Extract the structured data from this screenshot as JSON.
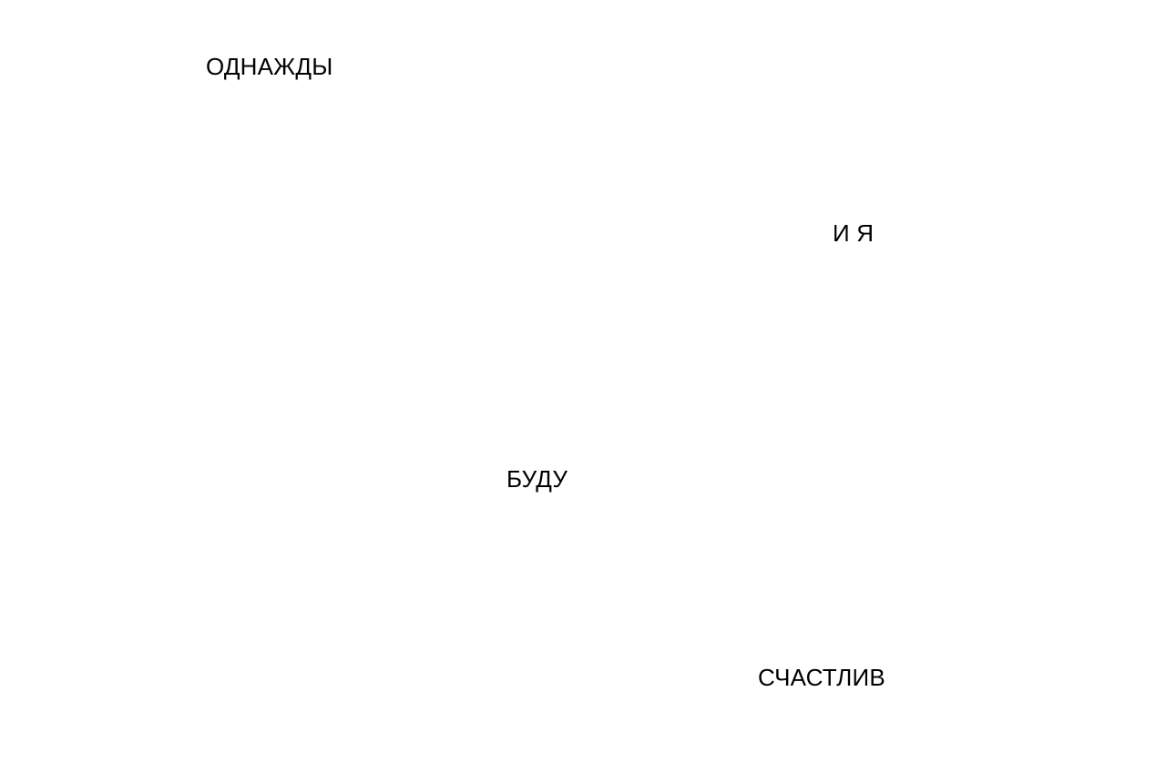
{
  "words": [
    {
      "text": "ОДНАЖДЫ"
    },
    {
      "text": "И Я"
    },
    {
      "text": "БУДУ"
    },
    {
      "text": "СЧАСТЛИВ"
    }
  ]
}
